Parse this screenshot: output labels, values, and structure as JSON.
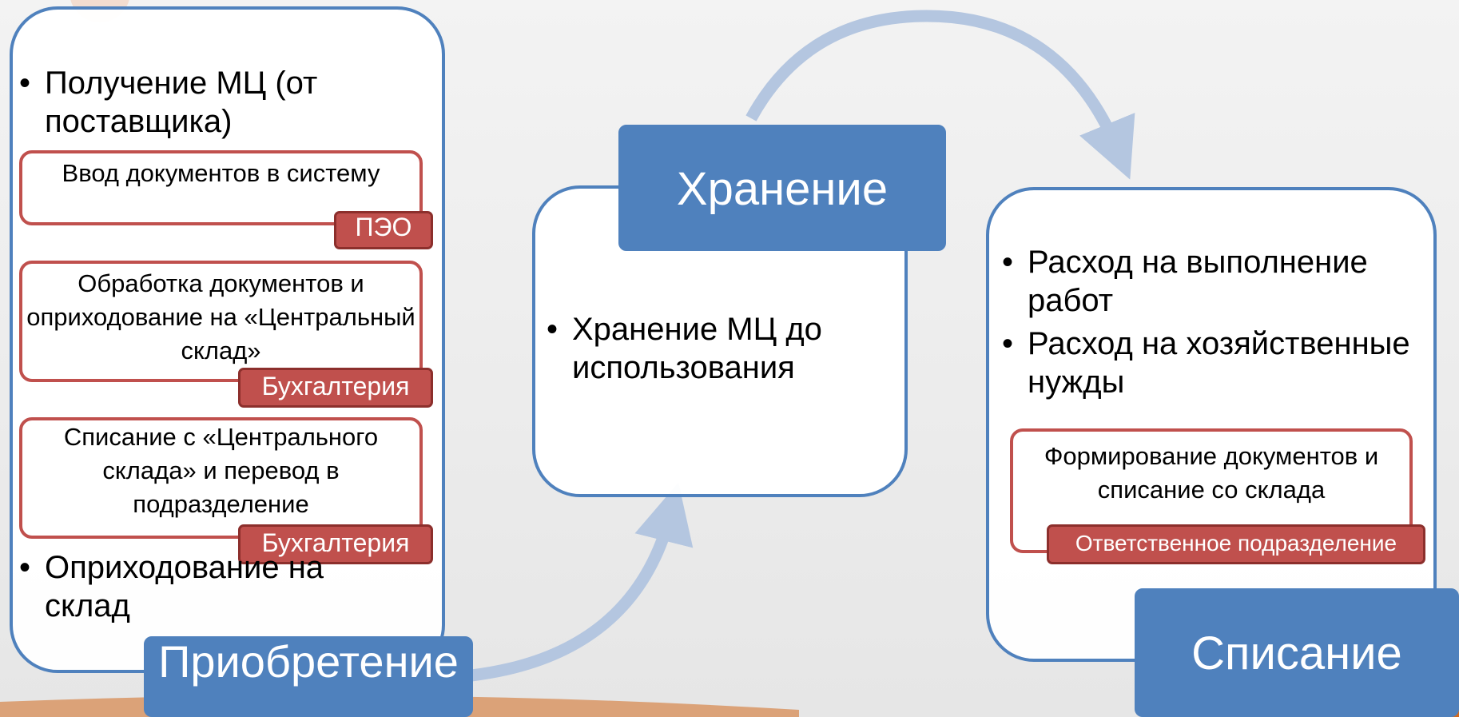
{
  "colors": {
    "panel_border": "#4f81bd",
    "title_fill": "#4f81bd",
    "subbox_border": "#c0504d",
    "tag_fill": "#c0504d",
    "arrow": "#b4c6e0",
    "accent_orange": "#d2691e"
  },
  "acquisition": {
    "title": "Приобретение",
    "bullet_top": "Получение МЦ (от поставщика)",
    "bullet_bottom": "Оприходование на склад",
    "steps": [
      {
        "label": "Ввод документов в систему",
        "tag": "ПЭО"
      },
      {
        "label": "Обработка документов и оприходование на «Центральный склад»",
        "tag": "Бухгалтерия"
      },
      {
        "label": "Списание с «Центрального склада» и перевод в подразделение",
        "tag": "Бухгалтерия"
      }
    ]
  },
  "storage": {
    "title": "Хранение",
    "bullet": "Хранение МЦ до использования"
  },
  "writeoff": {
    "title": "Списание",
    "bullets": [
      "Расход на выполнение работ",
      "Расход на хозяйственные нужды"
    ],
    "step": {
      "label": "Формирование документов и списание со склада",
      "tag": "Ответственное подразделение"
    }
  }
}
